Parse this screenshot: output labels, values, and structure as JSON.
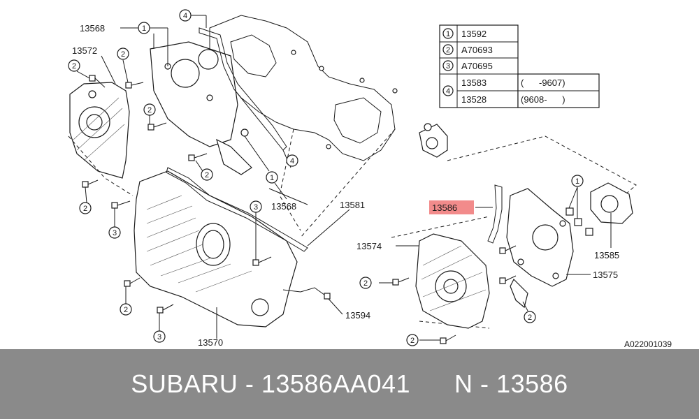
{
  "colors": {
    "highlight": "#f28b8b",
    "footer_bg": "#8a8a8a",
    "footer_text": "#ffffff"
  },
  "labels": {
    "l13568a": "13568",
    "l13572": "13572",
    "l13568b": "13568",
    "l13581": "13581",
    "l13570": "13570",
    "l13594": "13594",
    "l13586": "13586",
    "l13574": "13574",
    "l13585": "13585",
    "l13575": "13575",
    "code": "A022001039"
  },
  "callouts": {
    "c1": "1",
    "c2": "2",
    "c3": "3",
    "c4": "4"
  },
  "table": {
    "rows": [
      {
        "ref": "1",
        "part": "13592",
        "range": ""
      },
      {
        "ref": "2",
        "part": "A70693",
        "range": ""
      },
      {
        "ref": "3",
        "part": "A70695",
        "range": ""
      },
      {
        "ref": "4",
        "part": "13583",
        "range": "(      -9607)"
      },
      {
        "ref": "",
        "part": "13528",
        "range": "(9608-      )"
      }
    ]
  },
  "footer": {
    "text": "SUBARU - 13586AA041      N - 13586"
  }
}
